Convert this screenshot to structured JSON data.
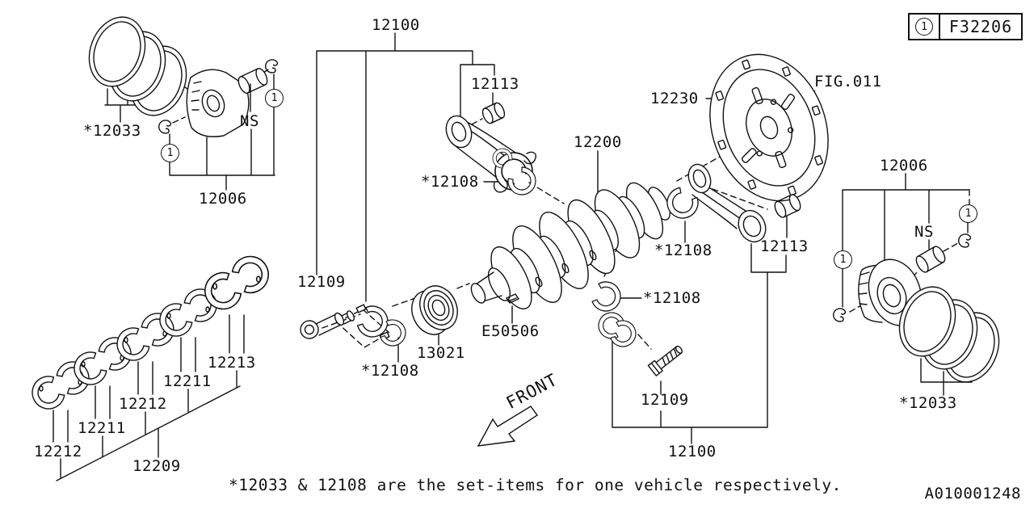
{
  "colors": {
    "line": "#111111",
    "background": "#ffffff"
  },
  "header_box": {
    "marker": "1",
    "code": "F32206"
  },
  "callout_marker": "1",
  "front_label": "FRONT",
  "footnote": "*12033 & 12108 are the set-items for one vehicle respectively.",
  "doc_number": "A010001248",
  "labels": {
    "assembly_top": "12100",
    "rod_bushing_left": "12113",
    "drive_plate": "12230",
    "fig_ref": "FIG.011",
    "crankshaft": "12200",
    "piston_rings_left": "*12033",
    "ns_left": "NS",
    "piston_left": "12006",
    "rod_bearing_upper_left": "*12108",
    "bolt_left": "12109",
    "rod_bearing_lower_left": "*12108",
    "gear": "13021",
    "key": "E50506",
    "piston_right": "12006",
    "ns_right": "NS",
    "rod_bushing_right": "12113",
    "rod_bearing_right_upper": "*12108",
    "rod_bearing_right_mid": "*12108",
    "bolt_right": "12109",
    "assembly_bottom": "12100",
    "piston_rings_right": "*12033",
    "main_bearing_1": "12212",
    "main_bearing_2": "12211",
    "main_bearing_3": "12212",
    "main_bearing_4": "12211",
    "main_bearing_5": "12213",
    "main_bearing_set": "12209"
  }
}
